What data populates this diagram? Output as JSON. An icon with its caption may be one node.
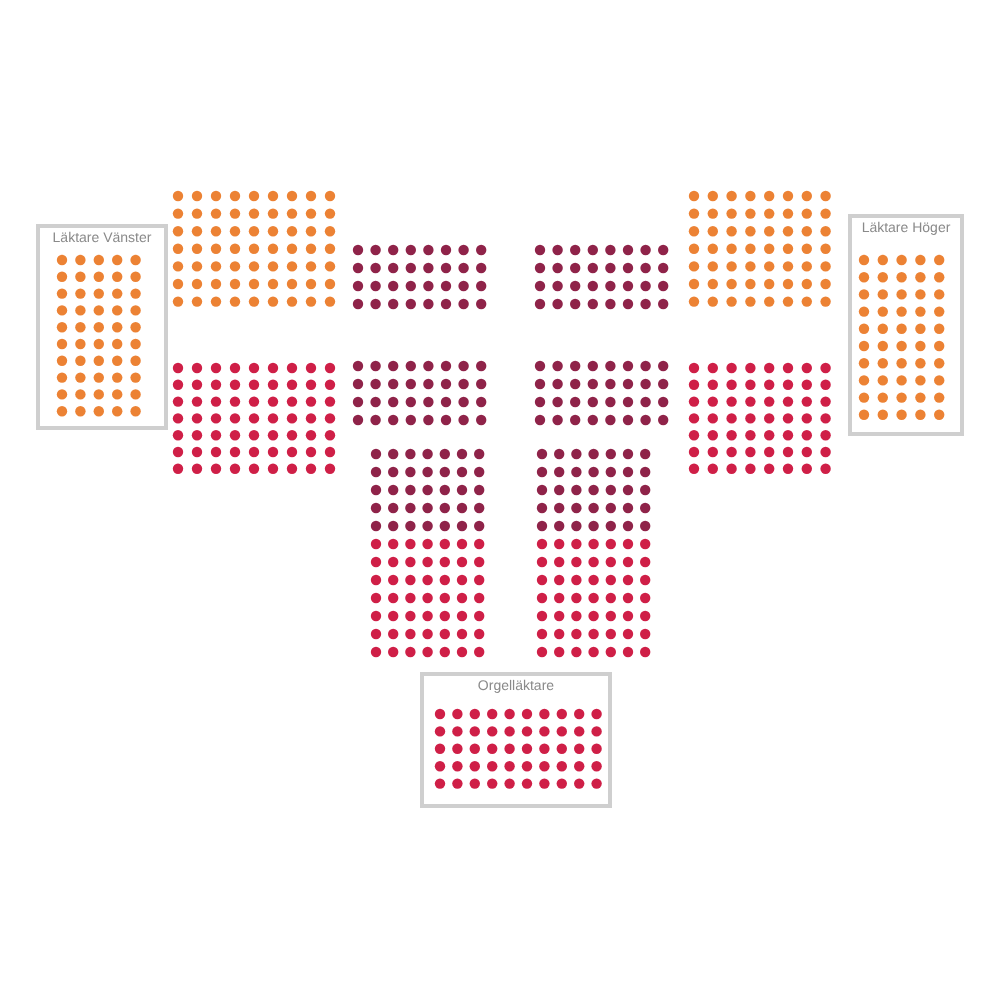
{
  "diagram": {
    "nodes": [
      {
        "text": [
          "Läktare Vänster"
        ]
      },
      {
        "text": [
          "Läktare Höger"
        ]
      },
      {
        "text": [
          "Orgelläktare"
        ]
      }
    ]
  }
}
